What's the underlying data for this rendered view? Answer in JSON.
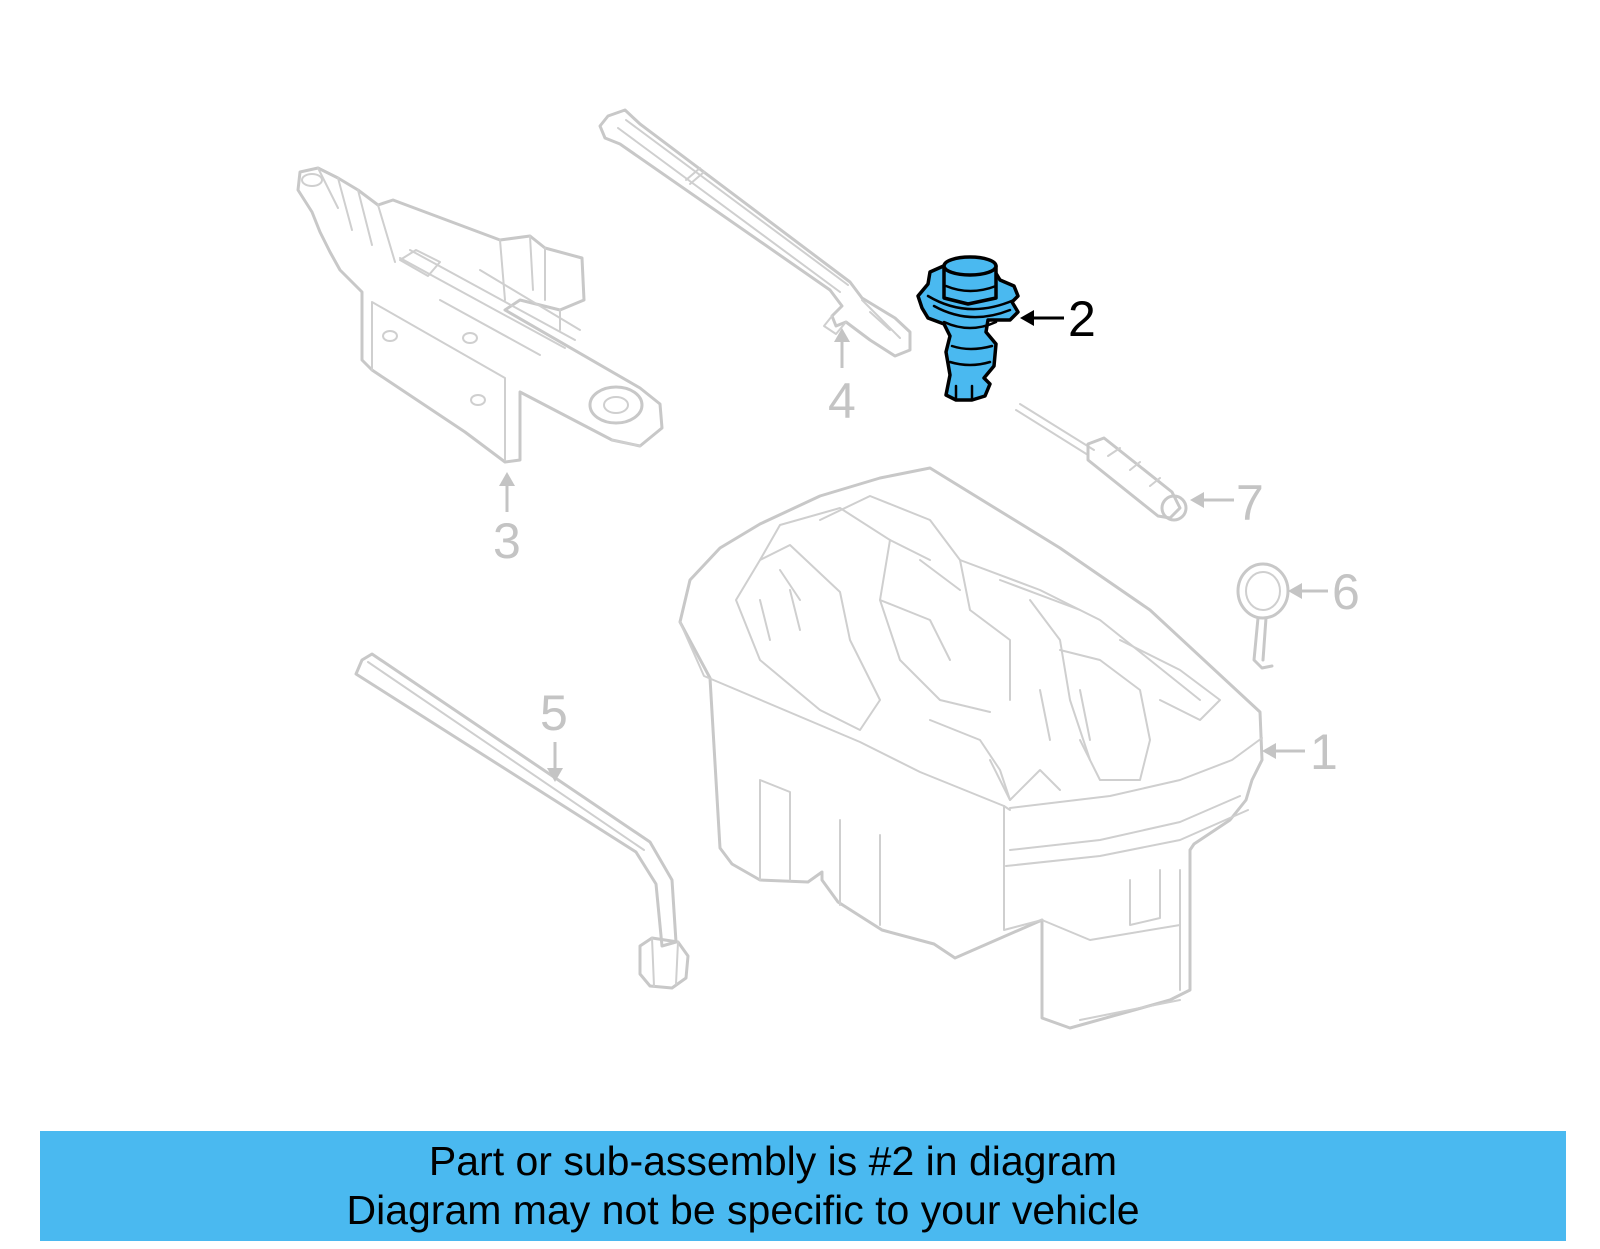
{
  "diagram": {
    "highlighted_part": "2",
    "callouts": [
      {
        "id": "1",
        "label": "1"
      },
      {
        "id": "2",
        "label": "2"
      },
      {
        "id": "3",
        "label": "3"
      },
      {
        "id": "4",
        "label": "4"
      },
      {
        "id": "5",
        "label": "5"
      },
      {
        "id": "6",
        "label": "6"
      },
      {
        "id": "7",
        "label": "7"
      }
    ],
    "colors": {
      "highlight": "#4ab9f0",
      "ghost_line": "#c8c8c8",
      "banner": "#4ab9f0"
    }
  },
  "banner": {
    "line1": "Part or sub-assembly is #2 in diagram",
    "line2": "Diagram may not be specific to your vehicle"
  }
}
